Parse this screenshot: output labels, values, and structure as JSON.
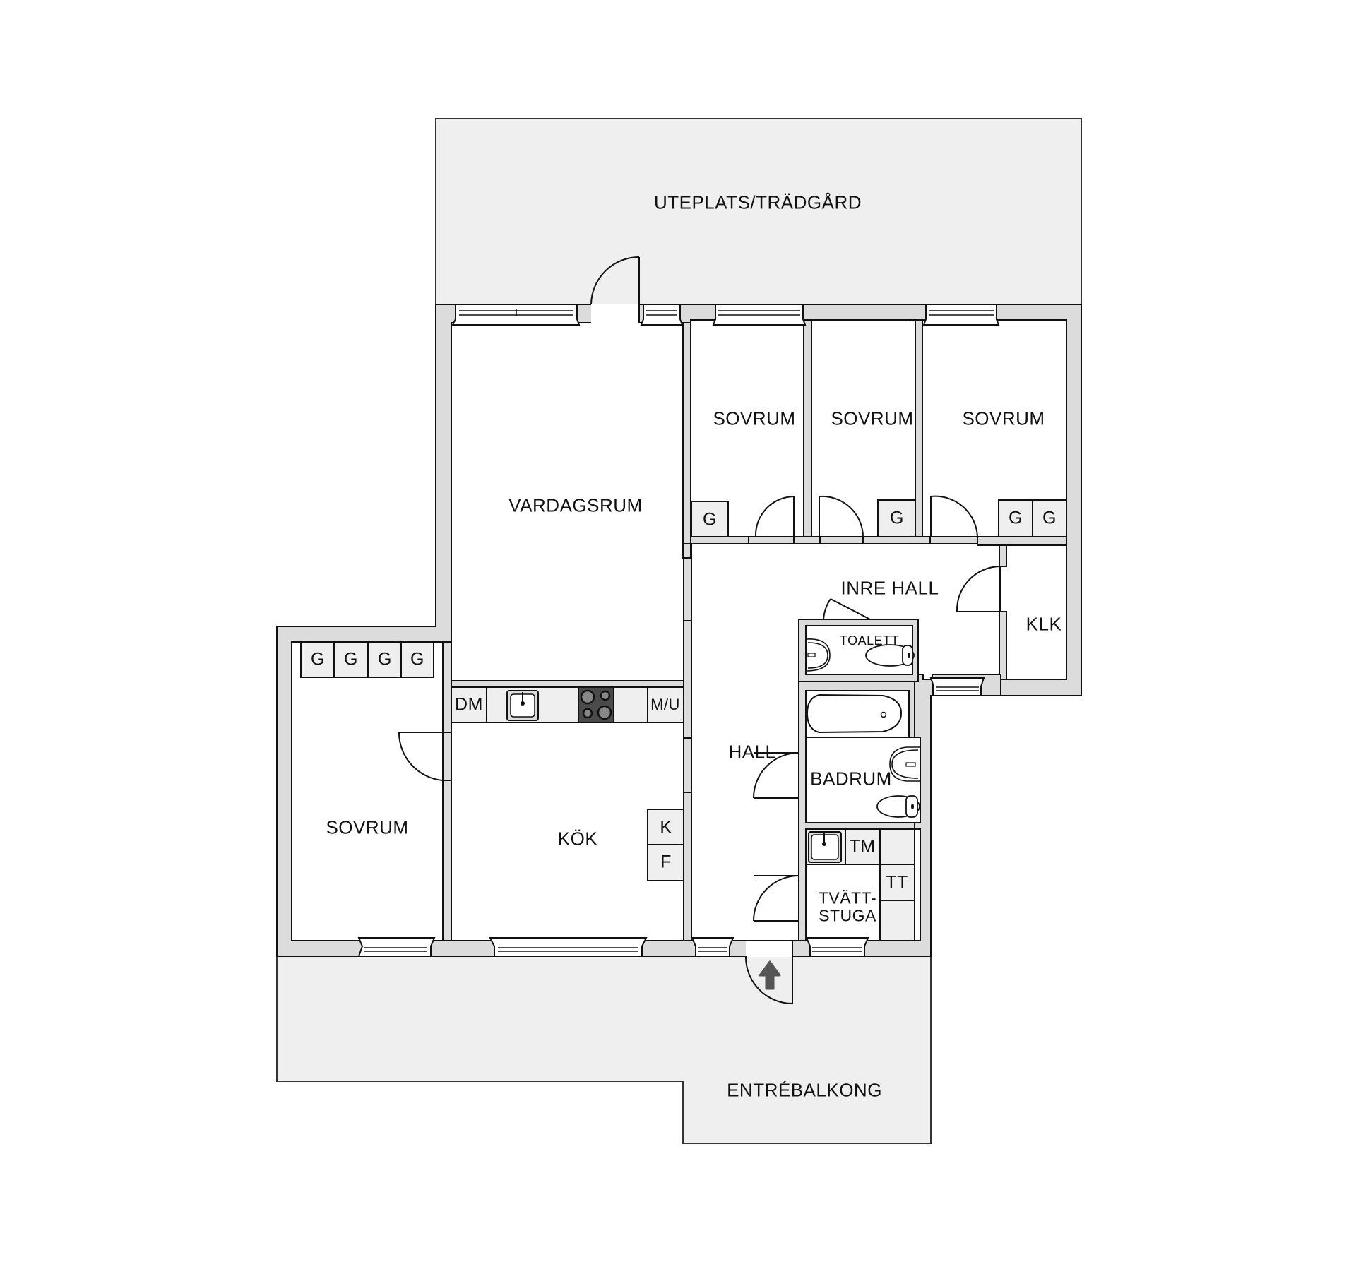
{
  "plan": {
    "colors": {
      "exterior_area": "#efefef",
      "wall": "#dcdcdc",
      "room": "#ffffff",
      "line": "#111111",
      "hob": "#4a4a4a",
      "entry_arrow": "#555555"
    },
    "rooms": {
      "garden": "UTEPLATS/TRÄDGÅRD",
      "living_room": "VARDAGSRUM",
      "bedroom_1": "SOVRUM",
      "bedroom_2": "SOVRUM",
      "bedroom_3": "SOVRUM",
      "bedroom_4": "SOVRUM",
      "inner_hall": "INRE HALL",
      "walk_in_closet": "KLK",
      "toilet": "TOALETT",
      "hall": "HALL",
      "bathroom": "BADRUM",
      "kitchen": "KÖK",
      "laundry": "TVÄTT-\nSTUGA",
      "entry_balcony": "ENTRÉBALKONG"
    },
    "fixtures": {
      "wardrobe": "G",
      "dishwasher": "DM",
      "microwave_oven": "M/U",
      "fridge": "K",
      "freezer": "F",
      "washing_machine": "TM",
      "tumble_dryer": "TT"
    },
    "icons": [
      "sink-icon",
      "hob-icon",
      "bathtub-icon",
      "toilet-icon",
      "washbasin-icon",
      "entry-arrow-icon",
      "door-swing-icon",
      "window-icon"
    ]
  }
}
